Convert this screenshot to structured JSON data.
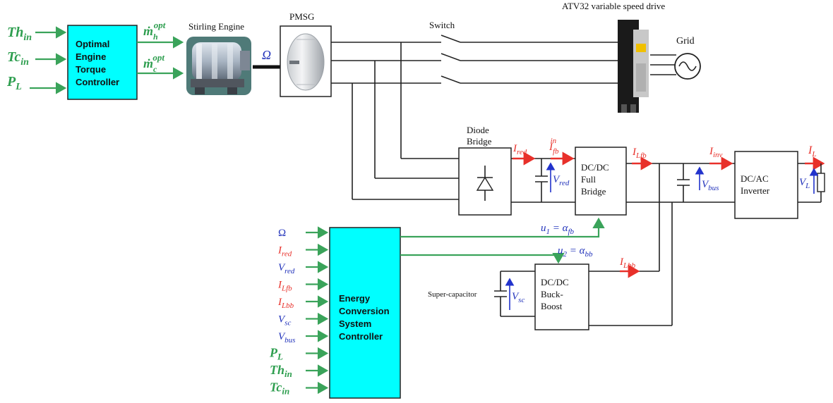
{
  "engine_controller": {
    "inputs": [
      "Th",
      "Tc",
      "P"
    ],
    "input_subs": [
      "in",
      "in",
      "L"
    ],
    "lines": [
      "Optimal",
      "Engine",
      "Torque",
      "Controller"
    ],
    "out_h": "ṁ",
    "out_h_sup": "opt",
    "out_h_sub": "h",
    "out_c": "ṁ",
    "out_c_sup": "opt",
    "out_c_sub": "c"
  },
  "stirling_label": "Stirling Engine",
  "omega": "Ω",
  "pmsg_label": "PMSG",
  "switch_label": "Switch",
  "drive_label": "ATV32 variable speed drive",
  "grid_label": "Grid",
  "diode_label": [
    "Diode",
    "Bridge"
  ],
  "fullbridge_lines": [
    "DC/DC",
    "Full",
    "Bridge"
  ],
  "inverter_lines": [
    "DC/AC",
    "Inverter"
  ],
  "buckboost_lines": [
    "DC/DC",
    "Buck-",
    "Boost"
  ],
  "supercap_label": "Super-capacitor",
  "currents": {
    "ired": "I",
    "ired_sub": "red",
    "ifb": "I",
    "ifb_sup": "in",
    "ifb_sub": "fb",
    "ilfb": "I",
    "ilfb_sub": "Lfb",
    "iinv": "I",
    "iinv_sub": "inv",
    "il": "I",
    "il_sub": "L",
    "ilbb": "I",
    "ilbb_sub": "Lbb"
  },
  "voltages": {
    "vred": "V",
    "vred_sub": "red",
    "vbus": "V",
    "vbus_sub": "bus",
    "vl": "V",
    "vl_sub": "L",
    "vsc": "V",
    "vsc_sub": "sc"
  },
  "controls": {
    "u1": "u",
    "u1_sub": "1",
    "u1_eq": " = α",
    "u1_alpha_sub": "fb",
    "u2": "u",
    "u2_sub": "2",
    "u2_eq": " = α",
    "u2_alpha_sub": "bb"
  },
  "ecs_controller": {
    "lines": [
      "Energy",
      "Conversion",
      "System",
      "Controller"
    ],
    "inputs": [
      {
        "base": "Ω",
        "sub": "",
        "color": "blue"
      },
      {
        "base": "I",
        "sub": "red",
        "color": "red"
      },
      {
        "base": "V",
        "sub": "red",
        "color": "blue"
      },
      {
        "base": "I",
        "sub": "Lfb",
        "color": "red"
      },
      {
        "base": "I",
        "sub": "Lbb",
        "color": "red"
      },
      {
        "base": "V",
        "sub": "sc",
        "color": "blue"
      },
      {
        "base": "V",
        "sub": "bus",
        "color": "blue"
      },
      {
        "base": "P",
        "sub": "L",
        "color": "green"
      },
      {
        "base": "Th",
        "sub": "in",
        "color": "green"
      },
      {
        "base": "Tc",
        "sub": "in",
        "color": "green"
      }
    ]
  },
  "colors": {
    "controller_fill": "#00ffff",
    "green": "#2e9e4f",
    "red": "#e8302a",
    "blue": "#2233bb"
  }
}
